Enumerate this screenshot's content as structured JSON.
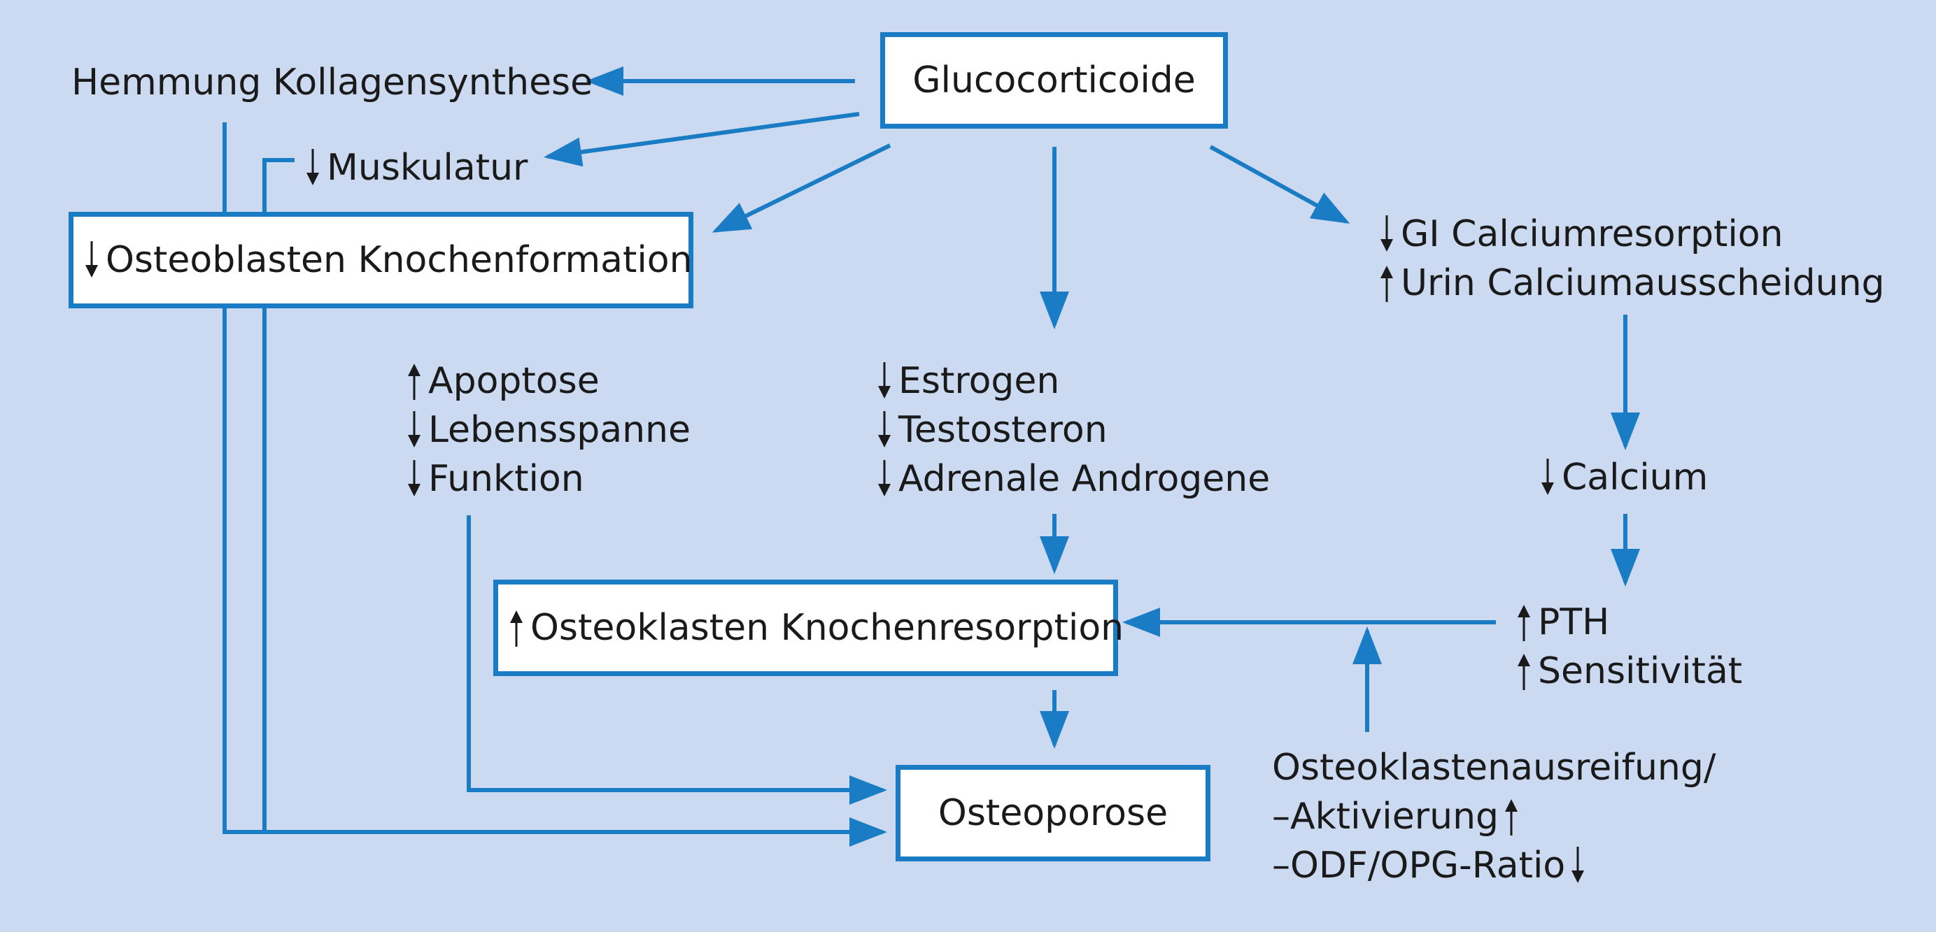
{
  "colors": {
    "background": "#cbdaf0",
    "accent": "#1a7cc4",
    "text": "#1a1a1a"
  },
  "boxes": {
    "glucocorticoide": "Glucocorticoide",
    "osteoblasten": "Osteoblasten Knochenformation",
    "osteoklasten": "Osteoklasten Knochenresorption",
    "osteoporose": "Osteoporose"
  },
  "labels": {
    "hemmung": "Hemmung Kollagensynthese",
    "muskulatur": "Muskulatur",
    "gi_calcium": "GI Calciumresorption",
    "urin_calcium": "Urin Calciumausscheidung",
    "apoptose": "Apoptose",
    "lebensspanne": "Lebensspanne",
    "funktion": "Funktion",
    "estrogen": "Estrogen",
    "testosteron": "Testosteron",
    "adrenale": "Adrenale Androgene",
    "calcium": "Calcium",
    "pth": "PTH",
    "sensitivitaet": "Sensitivität",
    "ausreifung": "Osteoklastenausreifung/",
    "aktivierung": "–Aktivierung",
    "odf_ratio": "–ODF/OPG-Ratio"
  },
  "icons": {
    "up": "arrow-up-icon",
    "down": "arrow-down-icon"
  }
}
